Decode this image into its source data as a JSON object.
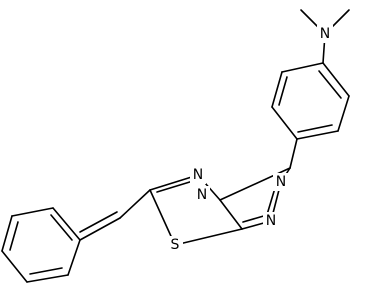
{
  "molecule": {
    "atom_labels": {
      "amine_n": "N",
      "triazole_n4": "N",
      "triazole_n1": "N",
      "triazole_n2": "N",
      "thiadiazole_n": "N",
      "sulfur": "S"
    }
  }
}
